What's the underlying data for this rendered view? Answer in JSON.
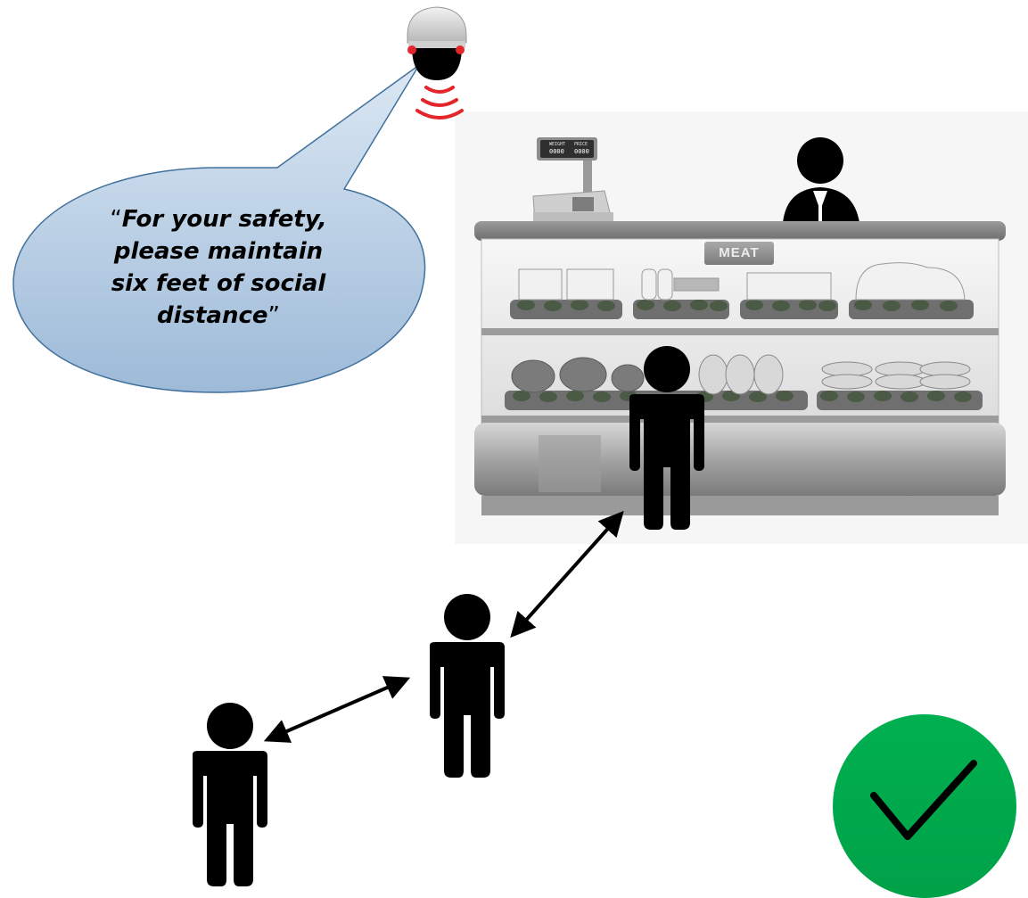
{
  "speech_bubble": {
    "open_quote": "“",
    "line1": "For your safety,",
    "line2": "please maintain",
    "line3": "six feet of social",
    "line4": "distance",
    "close_quote": "”"
  },
  "counter": {
    "sign": "MEAT",
    "scale_label_weight": "WEIGHT",
    "scale_label_price": "PRICE",
    "scale_weight_value": "0000",
    "scale_price_value": "0000"
  },
  "colors": {
    "bubble_fill": "#b8cfe6",
    "bubble_stroke": "#41719c",
    "signal_red": "#e3262b",
    "check_green": "#00b050",
    "figure": "#000000"
  },
  "icons": [
    "security-camera-icon",
    "person-icon",
    "double-arrow-icon",
    "checkmark-icon"
  ]
}
